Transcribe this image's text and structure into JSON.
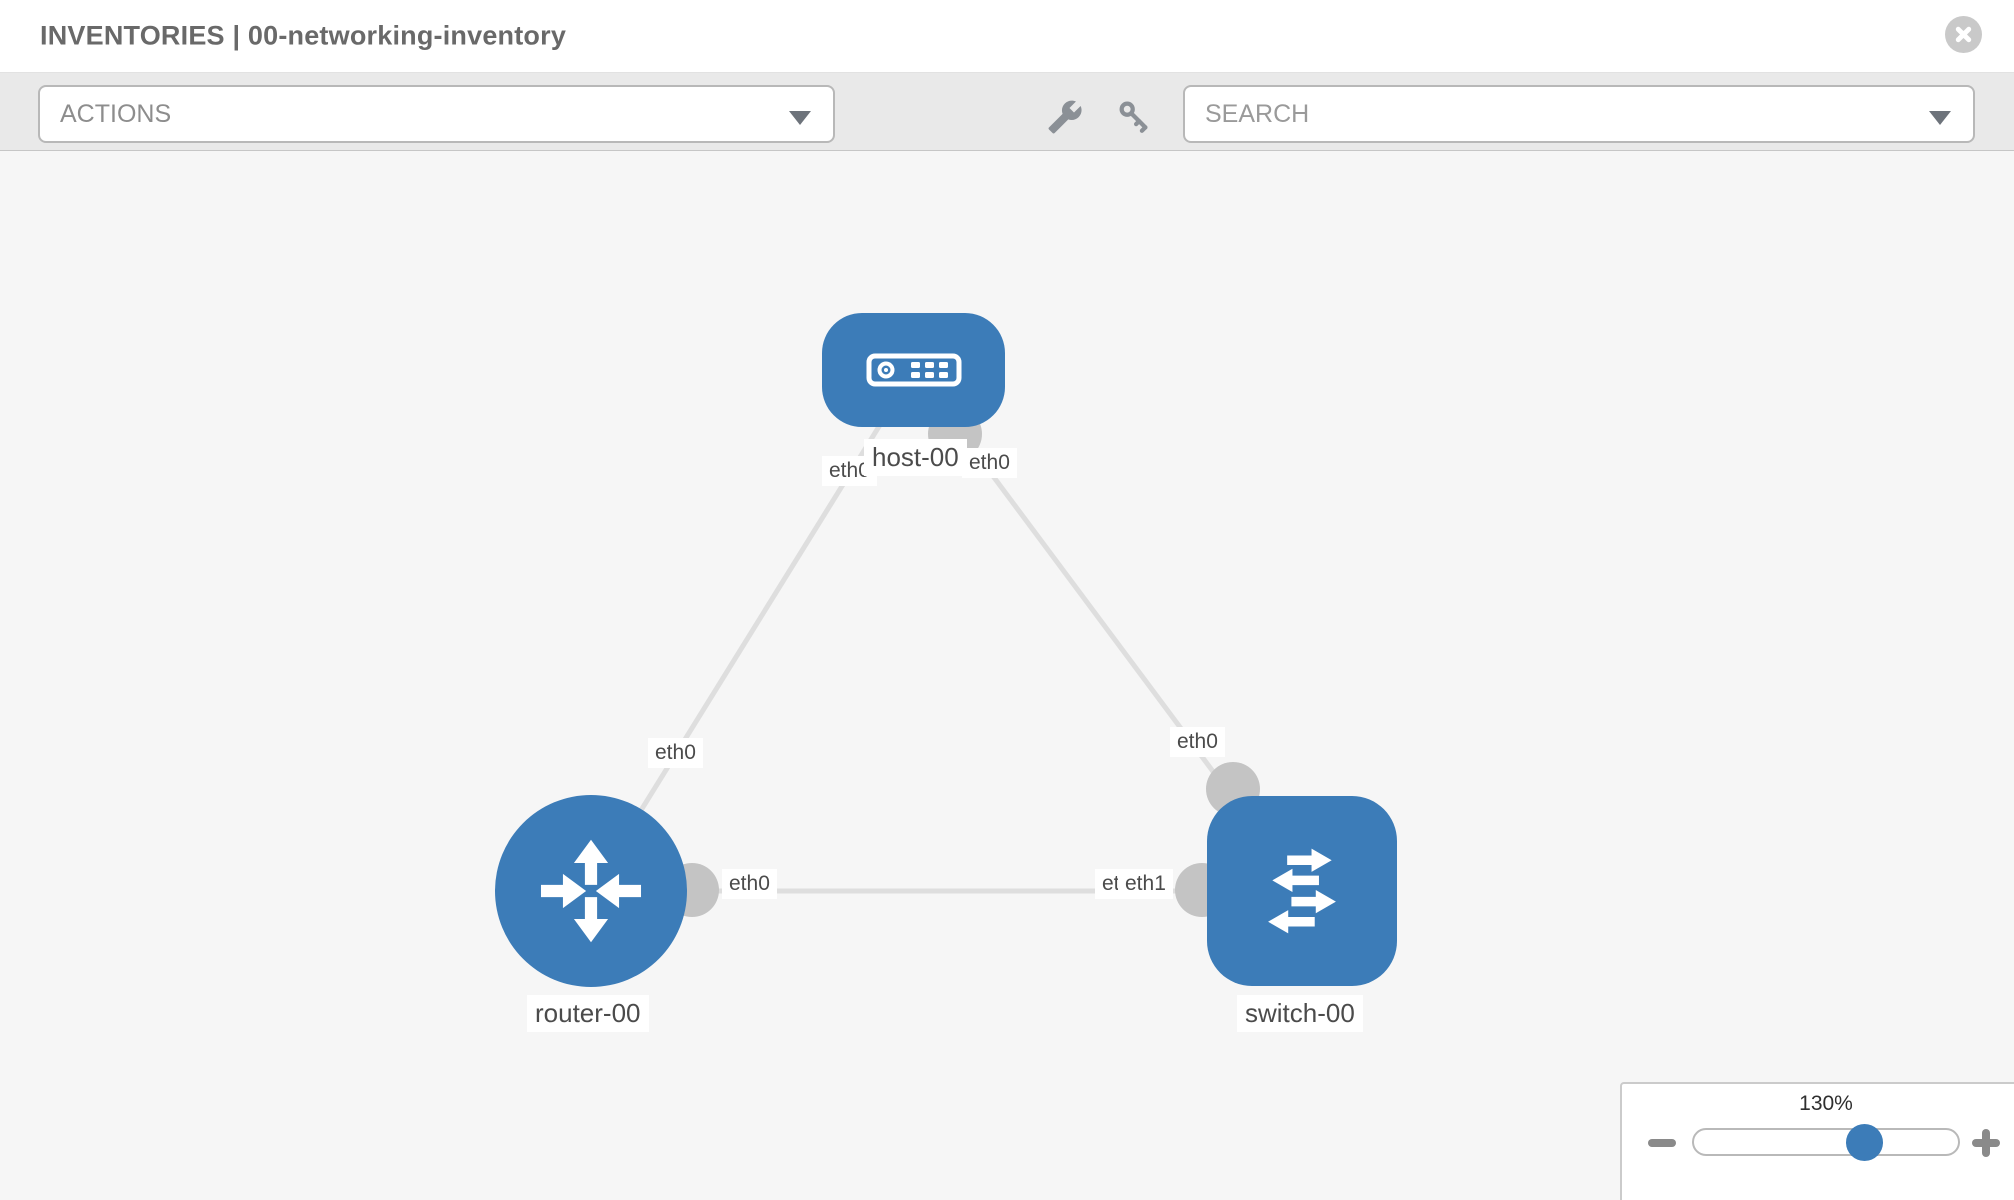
{
  "header": {
    "title": "INVENTORIES | 00-networking-inventory"
  },
  "toolbar": {
    "actions_label": "ACTIONS",
    "search_placeholder": "SEARCH",
    "icons": [
      "wrench-icon",
      "key-icon"
    ]
  },
  "topology": {
    "nodes": [
      {
        "id": "host-00",
        "label": "host-00",
        "type": "host"
      },
      {
        "id": "router-00",
        "label": "router-00",
        "type": "router"
      },
      {
        "id": "switch-00",
        "label": "switch-00",
        "type": "switch"
      }
    ],
    "links": [
      {
        "from": "host-00",
        "from_iface": "eth0",
        "to": "router-00",
        "to_iface": "eth0"
      },
      {
        "from": "host-00",
        "from_iface": "eth0",
        "to": "switch-00",
        "to_iface": "eth0"
      },
      {
        "from": "router-00",
        "from_iface": "eth0",
        "to": "switch-00",
        "to_ifaces": [
          "eth0",
          "eth1"
        ]
      }
    ],
    "iface_chips": [
      {
        "text": "eth0"
      },
      {
        "text": "eth0"
      },
      {
        "text": "eth0"
      },
      {
        "text": "eth0"
      },
      {
        "text": "eth0"
      },
      {
        "text": "eth0"
      },
      {
        "text": "eth1"
      }
    ]
  },
  "zoom_control": {
    "value": "130%"
  },
  "colors": {
    "node_blue": "#3c7cb8",
    "canvas_bg": "#f6f6f6",
    "toolbar_bg": "#e9e9e9",
    "link_gray": "#dedede",
    "dot_gray": "#c4c4c4"
  }
}
